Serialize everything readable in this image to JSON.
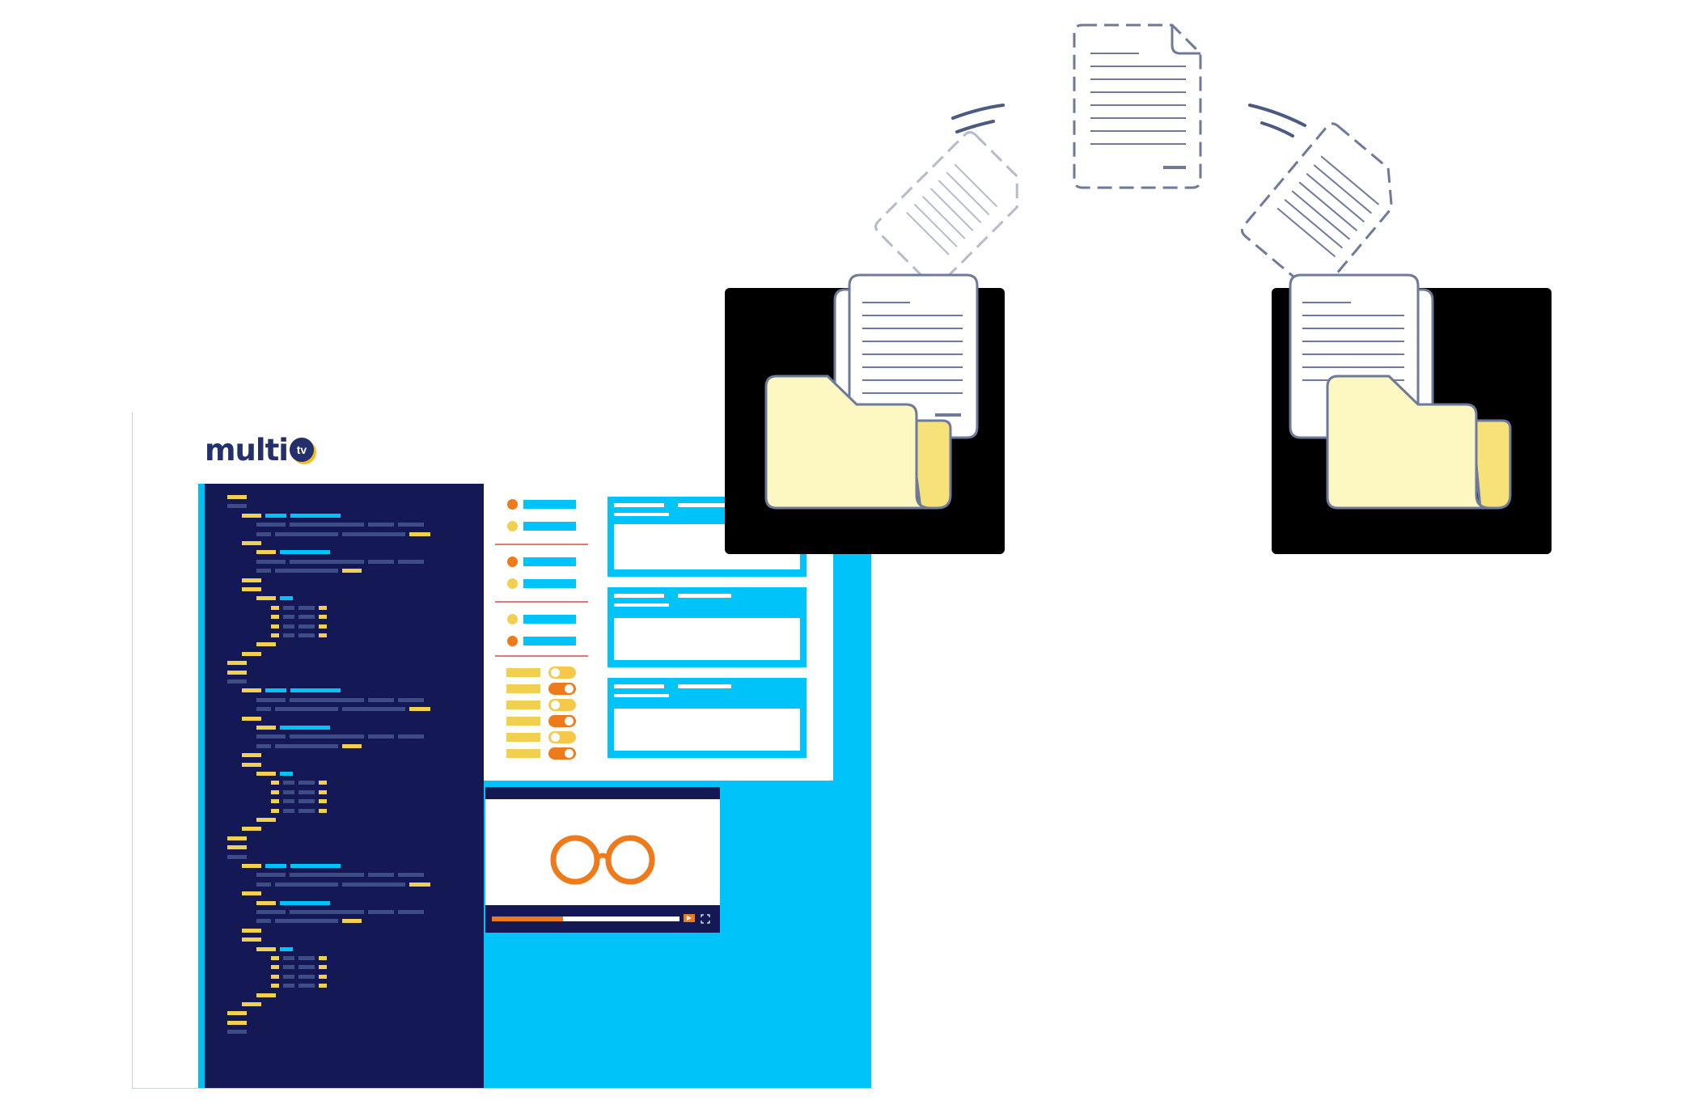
{
  "logo": {
    "wordmark": "multi",
    "badge": "tv"
  },
  "colors": {
    "code_background": "#141956",
    "accent_cyan": "#00c3fa",
    "accent_yellow": "#f1cf4f",
    "accent_orange": "#ee7a1c",
    "folder_fill": "#fdf7c2",
    "folder_flap": "#f7e27a",
    "document_stroke": "#6e7a9a",
    "tile_background": "#000000"
  },
  "settings": {
    "toggles": [
      {
        "state": "off"
      },
      {
        "state": "on"
      },
      {
        "state": "off"
      },
      {
        "state": "on"
      },
      {
        "state": "off"
      },
      {
        "state": "on"
      }
    ]
  },
  "video": {
    "progress": 0.38,
    "play_icon": "play-icon",
    "fullscreen_icon": "fullscreen-icon"
  },
  "icons": {
    "left_tile": "folder-with-documents-icon",
    "right_tile": "folder-with-documents-icon",
    "transfer": "document-transfer-icon"
  }
}
